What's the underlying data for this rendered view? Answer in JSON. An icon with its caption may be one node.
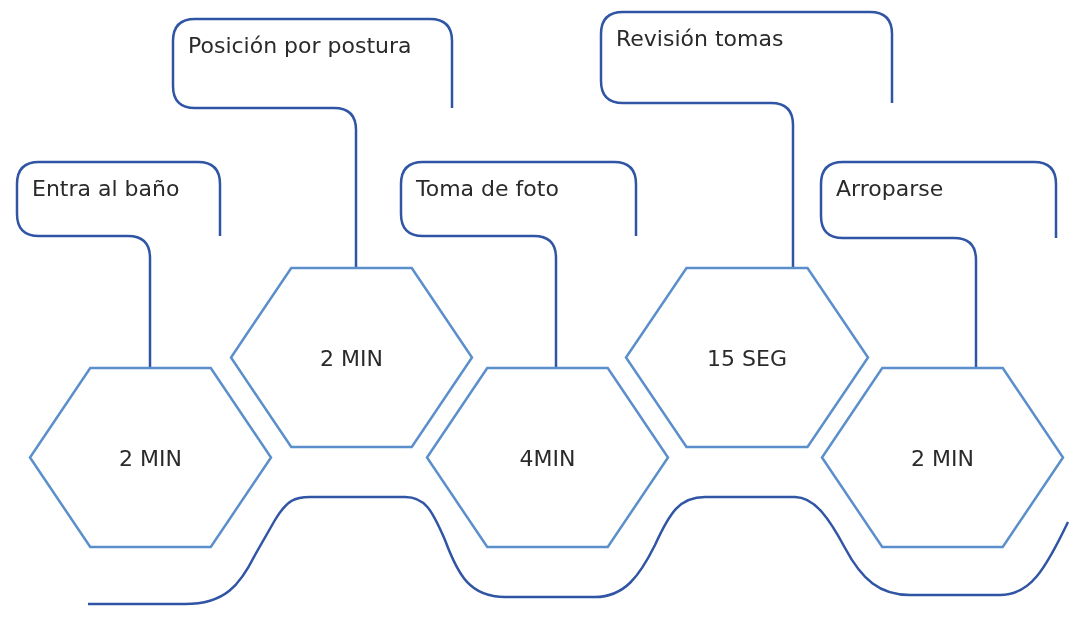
{
  "diagram": {
    "nodes": [
      {
        "text": [
          "Entra al baño"
        ]
      },
      {
        "text": [
          "2 MIN"
        ]
      },
      {
        "text": [
          "Posición por postura"
        ]
      },
      {
        "text": [
          "2 MIN"
        ]
      },
      {
        "text": [
          "Toma de foto"
        ]
      },
      {
        "text": [
          "4MIN"
        ]
      },
      {
        "text": [
          "Revisión tomas"
        ]
      },
      {
        "text": [
          "15 SEG"
        ]
      },
      {
        "text": [
          "Arroparse"
        ]
      },
      {
        "text": [
          "2 MIN"
        ]
      }
    ],
    "edges": [
      {
        "from": 0,
        "to": 1,
        "arrow": "none"
      },
      {
        "from": 2,
        "to": 3,
        "arrow": "none"
      },
      {
        "from": 4,
        "to": 5,
        "arrow": "none"
      },
      {
        "from": 6,
        "to": 7,
        "arrow": "none"
      },
      {
        "from": 8,
        "to": 9,
        "arrow": "none"
      }
    ]
  }
}
